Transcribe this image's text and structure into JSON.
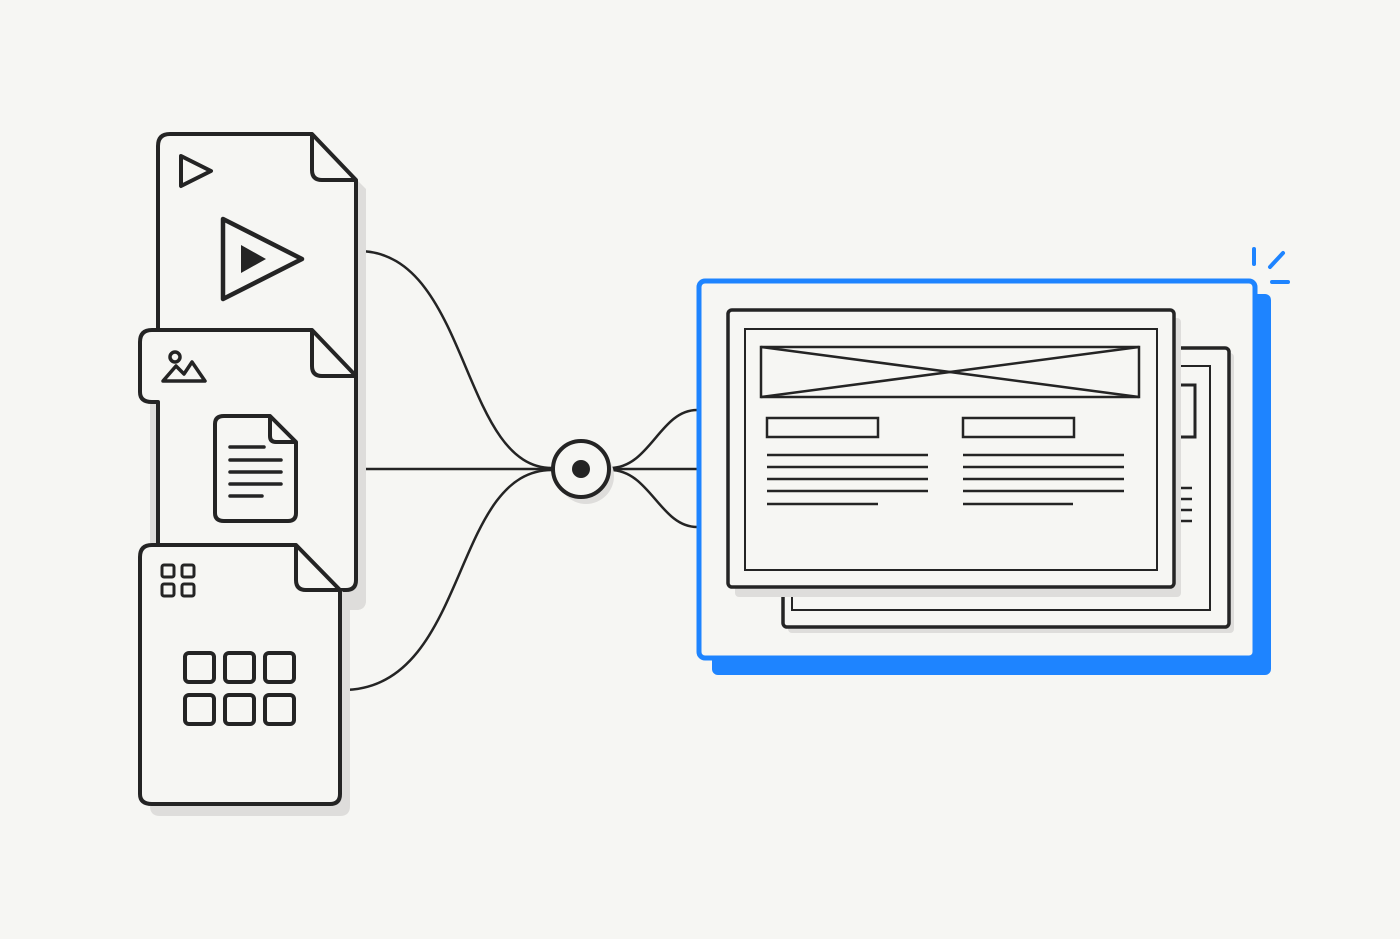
{
  "colors": {
    "background": "#f6f6f3",
    "stroke": "#242424",
    "shadow": "#dedddb",
    "paper": "#f6f6f3",
    "accent": "#1e84ff"
  },
  "sources": [
    {
      "kind": "video",
      "icons": [
        "play-small-icon",
        "play-large-icon"
      ]
    },
    {
      "kind": "document",
      "icons": [
        "image-mountain-icon",
        "text-document-icon"
      ]
    },
    {
      "kind": "grid",
      "icons": [
        "grid-small-icon",
        "grid-large-icon"
      ]
    }
  ],
  "hub": {
    "icon": "merge-node-icon"
  },
  "output": {
    "kind": "page-layout",
    "state": "highlighted",
    "icons": [
      "image-placeholder-icon",
      "sparkle-icon"
    ]
  }
}
